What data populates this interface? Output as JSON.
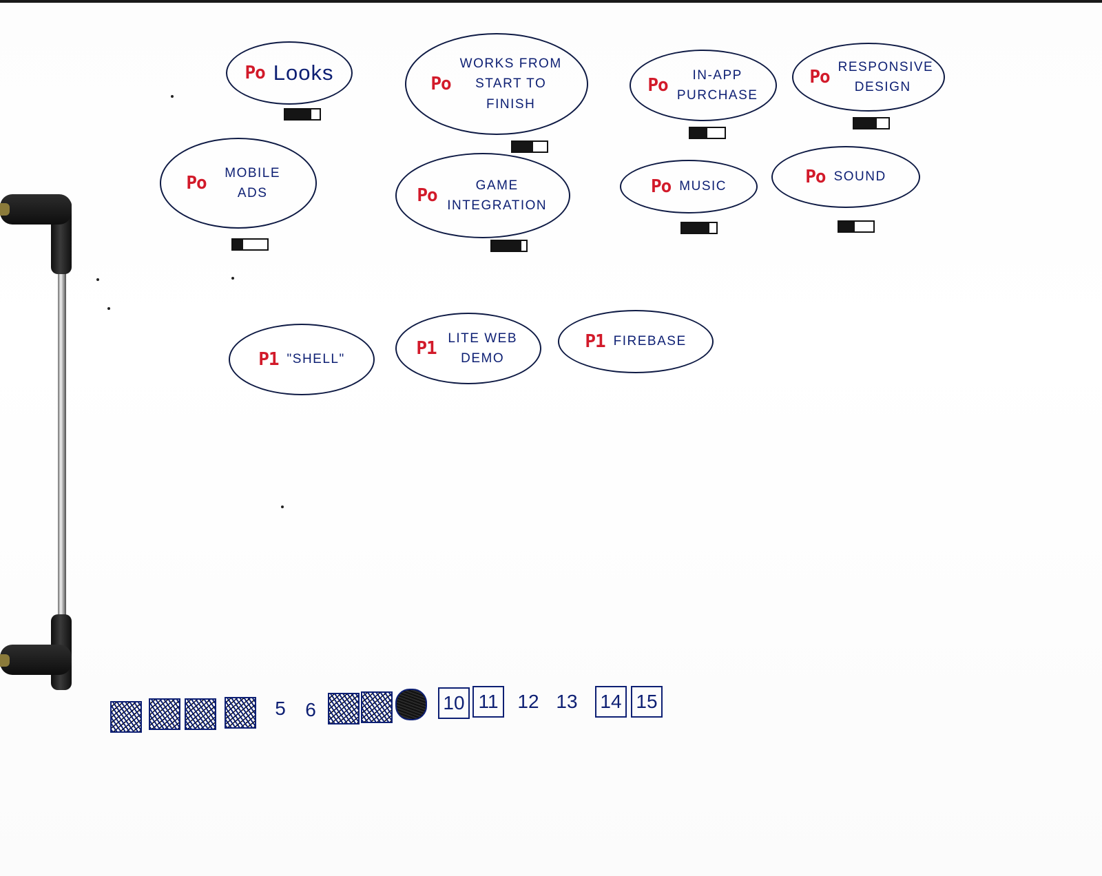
{
  "features": [
    {
      "priority": "Po",
      "label": "Looks",
      "toggle_filled": 0.75
    },
    {
      "priority": "Po",
      "label": "Works from start to finish",
      "toggle_filled": 0.6
    },
    {
      "priority": "Po",
      "label": "In-app purchase",
      "toggle_filled": 0.5
    },
    {
      "priority": "Po",
      "label": "Responsive design",
      "toggle_filled": 0.65
    },
    {
      "priority": "Po",
      "label": "Mobile ads",
      "toggle_filled": 0.3
    },
    {
      "priority": "Po",
      "label": "Game integration",
      "toggle_filled": 0.85
    },
    {
      "priority": "Po",
      "label": "Music",
      "toggle_filled": 0.8
    },
    {
      "priority": "Po",
      "label": "Sound",
      "toggle_filled": 0.45
    },
    {
      "priority": "P1",
      "label": "\"Shell\""
    },
    {
      "priority": "P1",
      "label": "Lite web demo"
    },
    {
      "priority": "P1",
      "label": "Firebase"
    }
  ],
  "days": [
    {
      "label": "1",
      "state": "done"
    },
    {
      "label": "2",
      "state": "done"
    },
    {
      "label": "3",
      "state": "done"
    },
    {
      "label": "4",
      "state": "done"
    },
    {
      "label": "5",
      "state": "plain"
    },
    {
      "label": "6",
      "state": "plain"
    },
    {
      "label": "7",
      "state": "done"
    },
    {
      "label": "8",
      "state": "done"
    },
    {
      "label": "9",
      "state": "blob"
    },
    {
      "label": "10",
      "state": "boxed"
    },
    {
      "label": "11",
      "state": "boxed"
    },
    {
      "label": "12",
      "state": "plain"
    },
    {
      "label": "13",
      "state": "plain"
    },
    {
      "label": "14",
      "state": "boxed"
    },
    {
      "label": "15",
      "state": "boxed"
    }
  ]
}
